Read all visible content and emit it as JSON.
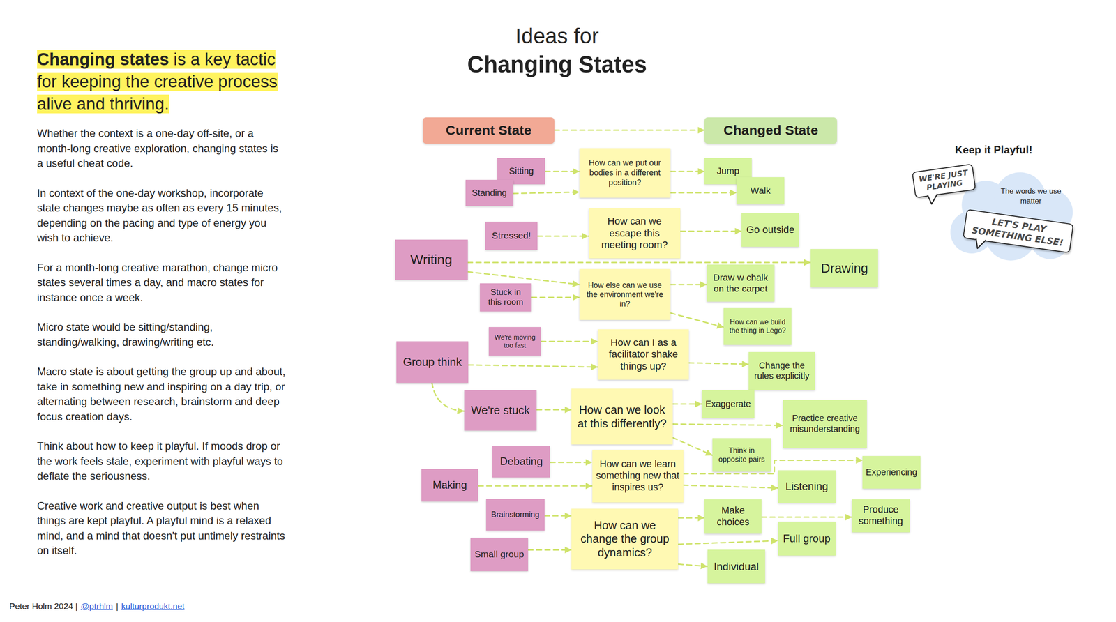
{
  "diagram": {
    "title": "Ideas for",
    "nodes": [
      {
        "text": [
          "Current State"
        ]
      },
      {
        "text": [
          "Changed State"
        ]
      },
      {
        "text": [
          "Sitting"
        ]
      },
      {
        "text": [
          "Standing"
        ]
      },
      {
        "text": [
          "How can we put our bodies in a different position?"
        ]
      },
      {
        "text": [
          "Jump"
        ]
      },
      {
        "text": [
          "Walk"
        ]
      },
      {
        "text": [
          "Stressed!"
        ]
      },
      {
        "text": [
          "How can we escape this meeting room?"
        ]
      },
      {
        "text": [
          "Go outside"
        ]
      },
      {
        "text": [
          "Writing"
        ]
      },
      {
        "text": [
          "Drawing"
        ]
      },
      {
        "text": [
          "Draw w chalk on the carpet"
        ]
      },
      {
        "text": [
          "Stuck in this room"
        ]
      },
      {
        "text": [
          "How else can we use the environment we're in?"
        ]
      },
      {
        "text": [
          "How can we build the thing in Lego?"
        ]
      },
      {
        "text": [
          "We're moving too fast"
        ]
      },
      {
        "text": [
          "Group think"
        ]
      },
      {
        "text": [
          "How can I as a facilitator shake things up?"
        ]
      },
      {
        "text": [
          "Change the rules explicitly"
        ]
      },
      {
        "text": [
          "We're stuck"
        ]
      },
      {
        "text": [
          "How can we look at this differently?"
        ]
      },
      {
        "text": [
          "Exaggerate"
        ]
      },
      {
        "text": [
          "Practice creative misunderstanding"
        ]
      },
      {
        "text": [
          "Think in opposite pairs"
        ]
      },
      {
        "text": [
          "Debating"
        ]
      },
      {
        "text": [
          "Making"
        ]
      },
      {
        "text": [
          "How can we learn something new that inspires us?"
        ]
      },
      {
        "text": [
          "Listening"
        ]
      },
      {
        "text": [
          "Experiencing"
        ]
      },
      {
        "text": [
          "Brainstorming"
        ]
      },
      {
        "text": [
          "Make choices"
        ]
      },
      {
        "text": [
          "Produce something"
        ]
      },
      {
        "text": [
          "Small group"
        ]
      },
      {
        "text": [
          "How can we change the group dynamics?"
        ]
      },
      {
        "text": [
          "Full group"
        ]
      },
      {
        "text": [
          "Individual"
        ]
      },
      {
        "text": [
          "The words we use matter"
        ]
      },
      {
        "text": [
          "WE'RE JUST PLAYING"
        ]
      },
      {
        "text": [
          "LET'S PLAY SOMETHING ELSE!"
        ]
      }
    ],
    "edges": [
      {
        "from": 0,
        "to": 1,
        "arrow": "to"
      },
      {
        "from": 2,
        "to": 4,
        "arrow": "to"
      },
      {
        "from": 3,
        "to": 4,
        "arrow": "to"
      },
      {
        "from": 4,
        "to": 5,
        "arrow": "to"
      },
      {
        "from": 4,
        "to": 6,
        "arrow": "to"
      },
      {
        "from": 7,
        "to": 8,
        "arrow": "to"
      },
      {
        "from": 8,
        "to": 9,
        "arrow": "to"
      },
      {
        "from": 10,
        "to": 11,
        "arrow": "to"
      },
      {
        "from": 10,
        "to": 14,
        "arrow": "to"
      },
      {
        "from": 13,
        "to": 14,
        "arrow": "to"
      },
      {
        "from": 14,
        "to": 12,
        "arrow": "to"
      },
      {
        "from": 14,
        "to": 15,
        "arrow": "to"
      },
      {
        "from": 16,
        "to": 18,
        "arrow": "to"
      },
      {
        "from": 17,
        "to": 18,
        "arrow": "to"
      },
      {
        "from": 17,
        "to": 20,
        "arrow": "to"
      },
      {
        "from": 18,
        "to": 19,
        "arrow": "to"
      },
      {
        "from": 20,
        "to": 21,
        "arrow": "to"
      },
      {
        "from": 21,
        "to": 22,
        "arrow": "to"
      },
      {
        "from": 21,
        "to": 23,
        "arrow": "to"
      },
      {
        "from": 21,
        "to": 24,
        "arrow": "to"
      },
      {
        "from": 25,
        "to": 27,
        "arrow": "to"
      },
      {
        "from": 26,
        "to": 27,
        "arrow": "to"
      },
      {
        "from": 27,
        "to": 28,
        "arrow": "to"
      },
      {
        "from": 27,
        "to": 29,
        "arrow": "to"
      },
      {
        "from": 30,
        "to": 34,
        "arrow": "to"
      },
      {
        "from": 33,
        "to": 34,
        "arrow": "to"
      },
      {
        "from": 34,
        "to": 31,
        "arrow": "to"
      },
      {
        "from": 34,
        "to": 35,
        "arrow": "to"
      },
      {
        "from": 34,
        "to": 36,
        "arrow": "to"
      },
      {
        "from": 31,
        "to": 32,
        "arrow": "to"
      }
    ],
    "labels": [
      "Changing States",
      "Changing states",
      "is a key tactic for keeping the creative process alive and thriving.",
      "Whether the context is a one-day off-site, or a month-long creative exploration, changing states is a useful cheat code.",
      "In context of the one-day workshop, incorporate state changes maybe as often as every 15 minutes, depending on the pacing and type of energy you wish to achieve.",
      "For a month-long creative marathon, change micro states several times a day, and macro states for instance once a week.",
      "Micro state would be sitting/standing, standing/walking, drawing/writing etc.",
      "Macro state is about getting the group up and about, take in something new and inspiring on a day trip, or alternating between research, brainstorm and deep focus creation days.",
      "Think about how to keep it playful. If moods drop or the work feels stale, experiment with playful ways to deflate the seriousness.",
      "Creative work and creative output is best when things are kept playful. A playful mind is a relaxed mind, and a mind that doesn't put untimely restraints on itself.",
      "Keep it Playful!",
      "Peter Holm 2024 |",
      "@ptrhlm",
      "|",
      "kulturprodukt.net"
    ]
  }
}
